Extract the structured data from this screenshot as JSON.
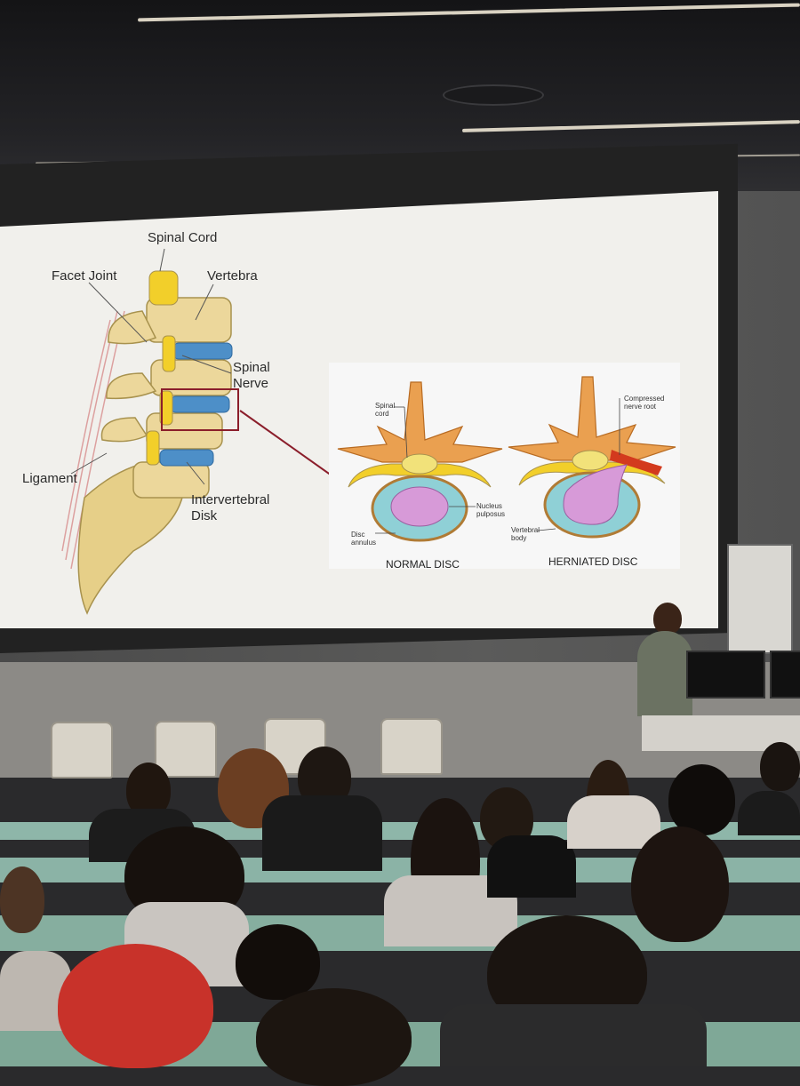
{
  "slide": {
    "labels": {
      "spinal_cord": "Spinal Cord",
      "facet_joint": "Facet Joint",
      "vertebra": "Vertebra",
      "spinal_nerve": "Spinal\nNerve",
      "ligament": "Ligament",
      "intervertebral_disk": "Intervertebral\nDisk"
    },
    "normal_disc": {
      "title": "NORMAL DISC",
      "spinal_cord": "Spinal\ncord",
      "nucleus": "Nucleus\npulposus",
      "annulus": "Disc\nannulus"
    },
    "herniated_disc": {
      "title": "HERNIATED DISC",
      "compressed": "Compressed\nnerve root",
      "vertebral_body": "Vertebral\nbody"
    }
  },
  "colors": {
    "bone": "#e7cf8c",
    "disc_blue": "#4d8fc8",
    "nucleus": "#d79ad8",
    "annulus": "#8fd0d6",
    "highlight_box": "#8b1e2b",
    "nerve_yellow": "#f2cf2a",
    "orange_vertebra": "#eaa050"
  }
}
